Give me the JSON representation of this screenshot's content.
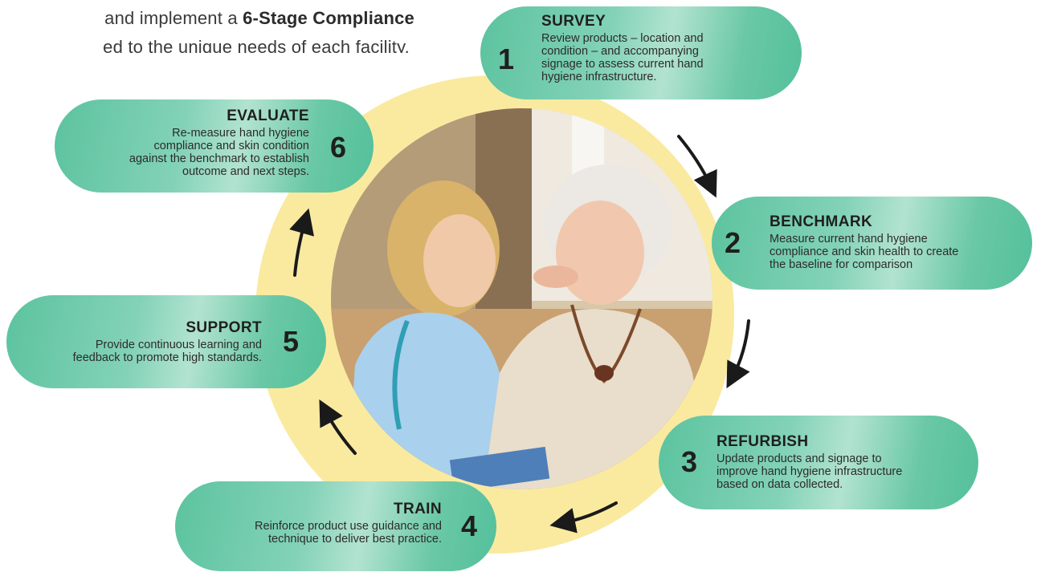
{
  "intro": {
    "line1_pre": "and implement a ",
    "line1_bold": "6-Stage Compliance",
    "line2": "ed to the unique needs of each facility."
  },
  "stages": [
    {
      "num": "1",
      "title": "SURVEY",
      "lines": [
        "Review products – location and",
        "condition – and accompanying",
        "signage to assess current hand",
        "hygiene infrastructure."
      ]
    },
    {
      "num": "2",
      "title": "BENCHMARK",
      "lines": [
        "Measure current hand hygiene",
        "compliance and skin health to create",
        "the baseline for comparison"
      ]
    },
    {
      "num": "3",
      "title": "REFURBISH",
      "lines": [
        "Update products and signage to",
        "improve hand hygiene infrastructure",
        "based on data collected."
      ]
    },
    {
      "num": "4",
      "title": "TRAIN",
      "lines": [
        "Reinforce product use guidance and",
        "technique to deliver best practice."
      ]
    },
    {
      "num": "5",
      "title": "SUPPORT",
      "lines": [
        "Provide continuous learning and",
        "feedback to promote high standards."
      ]
    },
    {
      "num": "6",
      "title": "EVALUATE",
      "lines": [
        "Re-measure hand hygiene",
        "compliance and skin condition",
        "against the benchmark to establish",
        "outcome and next steps."
      ]
    }
  ],
  "colors": {
    "pill": "#5cc39f",
    "ring": "#faeaa0",
    "text": "#1f1f1f"
  }
}
